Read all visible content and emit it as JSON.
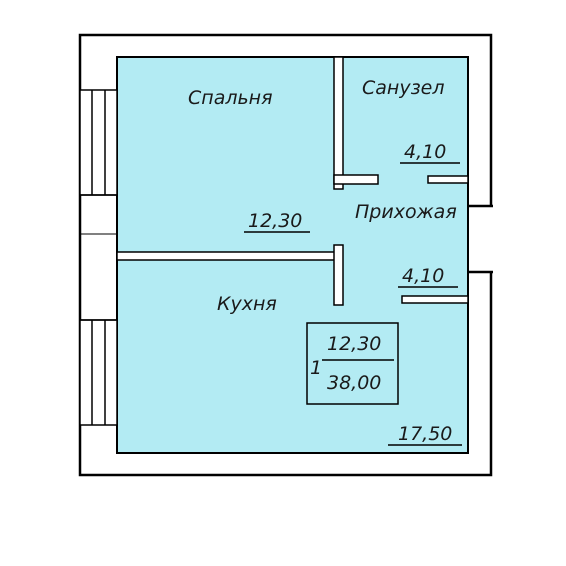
{
  "floor_plan": {
    "fill_color": "#b3ebf3",
    "wall_color": "#000000",
    "rooms": {
      "bedroom": {
        "label": "Спальня",
        "area": "12,30"
      },
      "bathroom": {
        "label": "Санузел",
        "area": "4,10"
      },
      "hallway": {
        "label": "Прихожая",
        "area": "4,10"
      },
      "kitchen": {
        "label": "Кухня",
        "area": "17,50"
      }
    },
    "summary": {
      "rooms_count": "1",
      "living_area": "12,30",
      "total_area": "38,00"
    }
  }
}
